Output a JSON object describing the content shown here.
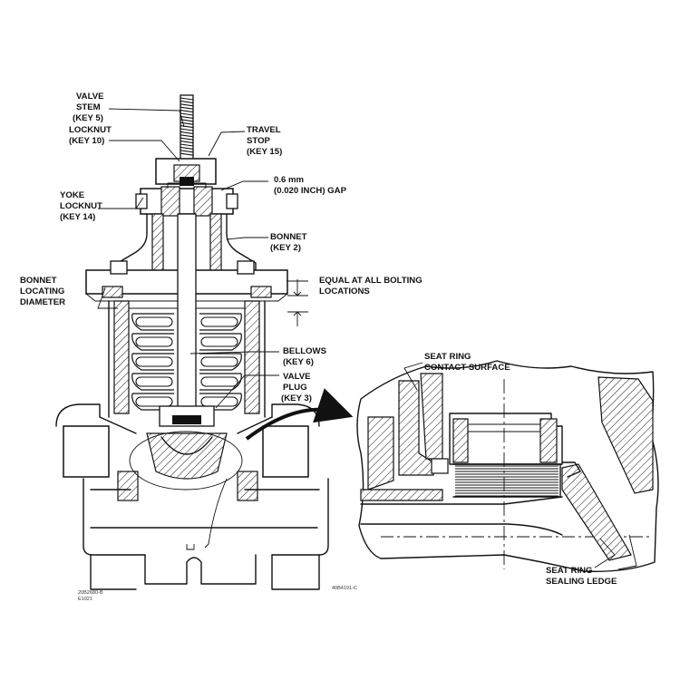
{
  "labels": {
    "valve_stem": [
      "VALVE",
      "STEM",
      "(KEY 5)"
    ],
    "locknut": [
      "LOCKNUT",
      "(KEY 10)"
    ],
    "travel_stop": [
      "TRAVEL",
      "STOP",
      "(KEY 15)"
    ],
    "gap": [
      "0.6 mm",
      "(0.020 INCH) GAP"
    ],
    "yoke_locknut": [
      "YOKE",
      "LOCKNUT",
      "(KEY 14)"
    ],
    "bonnet": [
      "BONNET",
      "(KEY 2)"
    ],
    "equal_bolting": [
      "EQUAL AT ALL BOLTING",
      "LOCATIONS"
    ],
    "bonnet_locating": [
      "BONNET",
      "LOCATING",
      "DIAMETER"
    ],
    "bellows": [
      "BELLOWS",
      "(KEY 6)"
    ],
    "valve_plug": [
      "VALVE",
      "PLUG",
      "(KEY 3)"
    ],
    "seat_ring_contact": [
      "SEAT RING",
      "CONTACT SURFACE"
    ],
    "seat_ring_sealing": [
      "SEAT RING",
      "SEALING LEDGE"
    ]
  },
  "codes": {
    "drawing_left": [
      "20B2680-B",
      "E1021"
    ],
    "drawing_mid": "40B4191-C"
  }
}
